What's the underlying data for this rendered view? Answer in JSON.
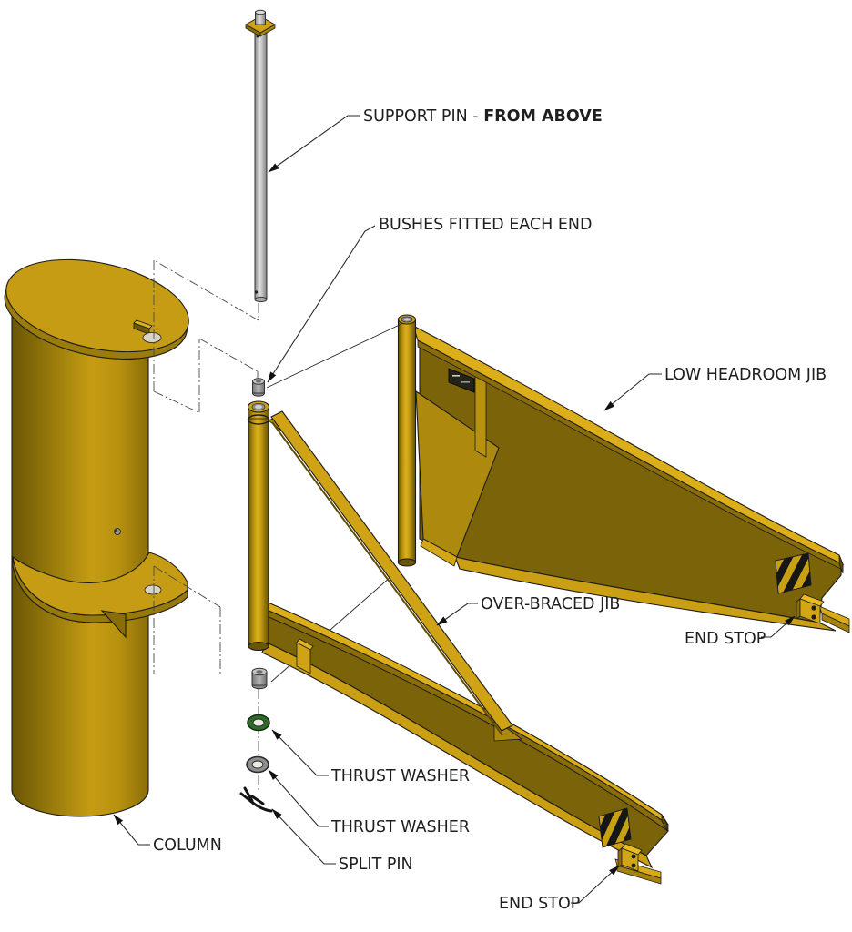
{
  "figure": {
    "type": "exploded-assembly-technical-diagram",
    "subject": "Column mounted swing jib crane exploded view"
  },
  "labels": {
    "support_pin": {
      "text": "SUPPORT PIN - ",
      "bold": "FROM ABOVE"
    },
    "bushes": "BUSHES FITTED EACH END",
    "low_headroom_jib": "LOW HEADROOM JIB",
    "over_braced_jib": "OVER-BRACED JIB",
    "end_stop_upper": "END STOP",
    "end_stop_lower": "END STOP",
    "thrust_washer_upper": "THRUST WASHER",
    "thrust_washer_lower": "THRUST WASHER",
    "split_pin": "SPLIT PIN",
    "column": "COLUMN"
  },
  "colors": {
    "frame_yellow": "#C59C13",
    "highlight_yellow": "#DCAE19",
    "mid_yellow": "#AD8A0E",
    "shadow_yellow": "#7A6308",
    "dark_yellow": "#6A5505",
    "steel_gray": "#C9C9C9",
    "bush_gray": "#8F8F8F",
    "washer_green": "#2E6B2A",
    "washer_gray": "#8F8F8F",
    "hazard_black": "#161616",
    "outline": "#1C1C1C",
    "background": "#FFFFFF"
  }
}
